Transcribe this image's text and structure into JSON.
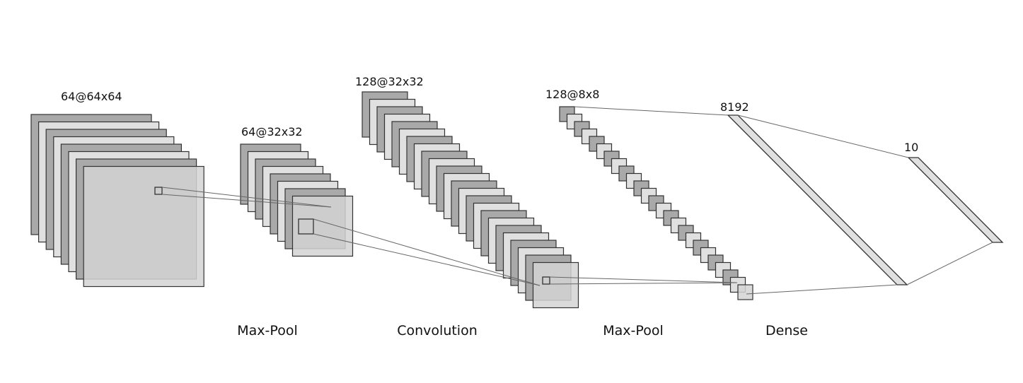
{
  "layers": [
    {
      "id": "conv1",
      "label": "64@64x64",
      "kind": "stack",
      "maps": 8
    },
    {
      "id": "pool1",
      "label": "64@32x32",
      "kind": "stack",
      "maps": 8
    },
    {
      "id": "conv2",
      "label": "128@32x32",
      "kind": "stack",
      "maps": 24
    },
    {
      "id": "pool2",
      "label": "128@8x8",
      "kind": "stack",
      "maps": 25
    },
    {
      "id": "dense1",
      "label": "8192",
      "kind": "vector"
    },
    {
      "id": "dense2",
      "label": "10",
      "kind": "vector"
    }
  ],
  "operations": [
    {
      "id": "op-maxpool-1",
      "label": "Max-Pool"
    },
    {
      "id": "op-convolution",
      "label": "Convolution"
    },
    {
      "id": "op-maxpool-2",
      "label": "Max-Pool"
    },
    {
      "id": "op-dense",
      "label": "Dense"
    }
  ],
  "colors": {
    "dark_map": "#a9a9a9",
    "light_map": "#e0e0e0",
    "front_map": "#d3d3d3",
    "stroke": "#333333",
    "connector": "#666666"
  }
}
